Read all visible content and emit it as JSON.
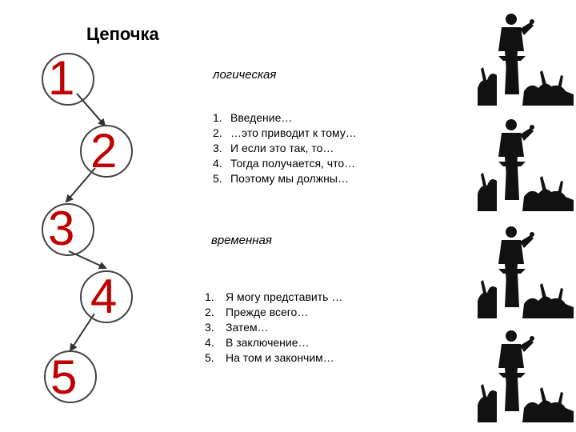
{
  "slide": {
    "title": "Цепочка",
    "chain_numbers": [
      "1",
      "2",
      "3",
      "4",
      "5"
    ],
    "chain_colors": {
      "numeral": "#c00000",
      "circle": "#444444",
      "arrow": "#333333"
    }
  },
  "logical": {
    "heading": "логическая",
    "items": [
      {
        "num": "1.",
        "text": "Введение…"
      },
      {
        "num": "2.",
        "text": "…это приводит к тому…"
      },
      {
        "num": "3.",
        "text": "И если это так, то…"
      },
      {
        "num": "4.",
        "text": "Тогда получается, что…"
      },
      {
        "num": "5.",
        "text": "Поэтому мы должны…"
      }
    ]
  },
  "temporal": {
    "heading": "временная",
    "items": [
      {
        "num": "1.",
        "text": "Я могу представить …"
      },
      {
        "num": "2.",
        "text": "Прежде всего…"
      },
      {
        "num": "3.",
        "text": "Затем…"
      },
      {
        "num": "4.",
        "text": "В заключение…"
      },
      {
        "num": "5.",
        "text": "На том и закончим…"
      }
    ]
  },
  "images": {
    "speaker_icon": "speaker-at-podium-icon",
    "silhouette_color": "#111111"
  }
}
